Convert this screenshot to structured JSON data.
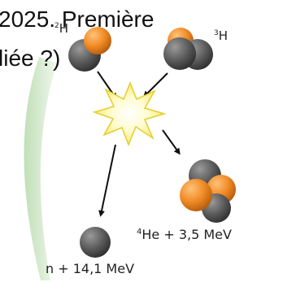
{
  "overlay": {
    "line1": "2025. Première",
    "line2": "liée ?)"
  },
  "reaction": {
    "deuterium": {
      "mass": "2",
      "symbol": "H"
    },
    "tritium": {
      "mass": "3",
      "symbol": "H"
    },
    "helium": {
      "mass": "4",
      "text": "He + 3,5 MeV"
    },
    "neutron": {
      "text": "n + 14,1 MeV"
    }
  },
  "colors": {
    "proton": "#f08a24",
    "neutron": "#555555",
    "flash": "#fff36b",
    "backdrop": "#cfe6c6"
  }
}
